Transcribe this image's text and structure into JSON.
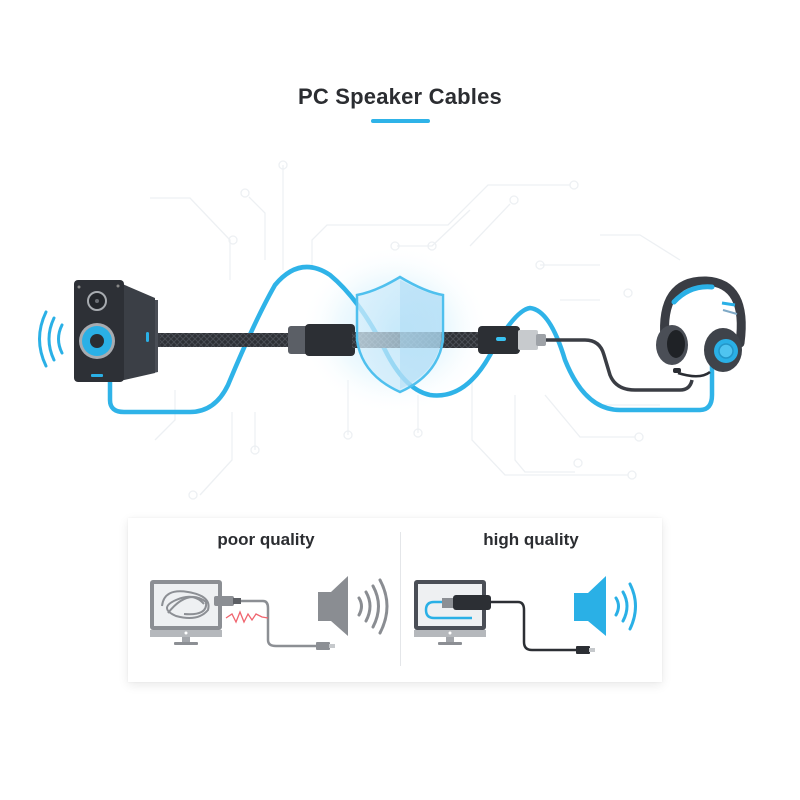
{
  "header": {
    "title": "PC Speaker Cables"
  },
  "illustration": {
    "left_device": "desktop-speaker",
    "center": "shielded-braided-cable",
    "center_badge": "shield",
    "right_device": "gaming-headset",
    "signal_wave": "blue-sine-wave"
  },
  "comparison": {
    "left": {
      "label": "poor quality",
      "description_icons": [
        "monitor-with-tangled-cable",
        "gray-cable-with-red-interference",
        "gray-speaker-icon"
      ]
    },
    "right": {
      "label": "high quality",
      "description_icons": [
        "monitor-with-clean-cable",
        "black-shielded-cable",
        "blue-speaker-icon"
      ]
    }
  },
  "colors": {
    "accent": "#2fb3e8",
    "dark": "#2b2d31",
    "device": "#3a3d44",
    "poor_gray": "#8c8f94",
    "noise_red": "#f0646e",
    "circuit": "#eef1f4"
  }
}
